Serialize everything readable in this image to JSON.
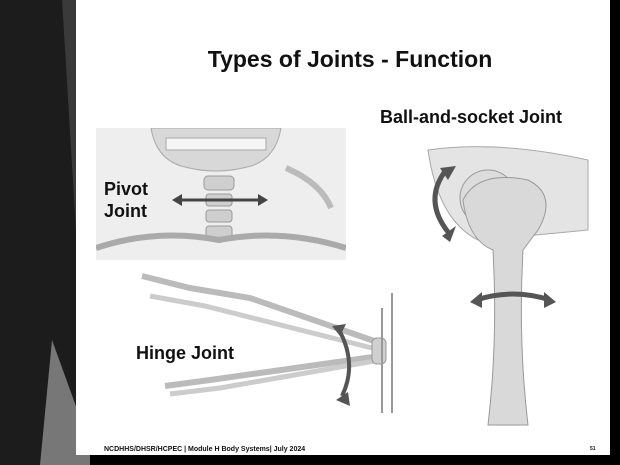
{
  "slide": {
    "title": "Types of Joints - Function",
    "labels": {
      "pivot_line1": "Pivot",
      "pivot_line2": "Joint",
      "ball_socket": "Ball-and-socket Joint",
      "hinge": "Hinge Joint"
    },
    "footer": "NCDHHS/DHSR/HCPEC | Module H Body Systems| July 2024",
    "page_number": "51"
  },
  "colors": {
    "background": "#000000",
    "panel": "#ffffff",
    "accent_gray": "#3a3a3a",
    "bone": "#d9d9d9",
    "arrow": "#555555"
  }
}
